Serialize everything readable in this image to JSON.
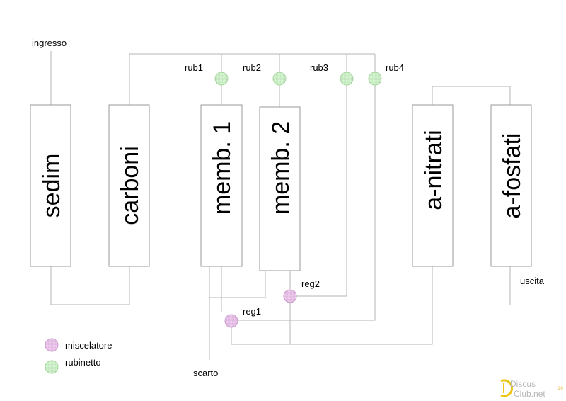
{
  "labels": {
    "ingresso": "ingresso",
    "uscita": "uscita",
    "scarto": "scarto"
  },
  "units": {
    "sedim": "sedim",
    "carboni": "carboni",
    "memb1": "memb. 1",
    "memb2": "memb. 2",
    "anitrati": "a-nitrati",
    "afosfati": "a-fosfati"
  },
  "valves": {
    "rub1": "rub1",
    "rub2": "rub2",
    "rub3": "rub3",
    "rub4": "rub4",
    "reg1": "reg1",
    "reg2": "reg2"
  },
  "legend": {
    "mixer": "miscelatore",
    "tap": "rubinetto"
  },
  "logo": {
    "line1": "Discus",
    "line2": "Club.net",
    "badge": "20"
  },
  "colors": {
    "tap_fill": "#d2f5cd",
    "mixer_fill": "#f0c8f0",
    "logo_accent": "#e8c200"
  }
}
